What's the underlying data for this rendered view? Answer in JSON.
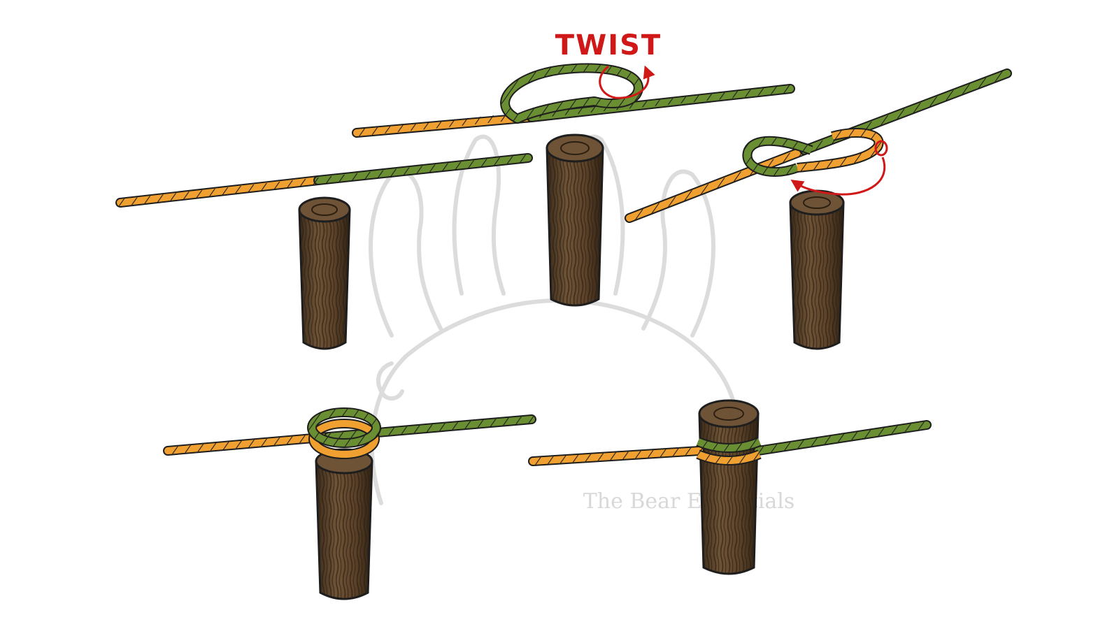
{
  "diagram": {
    "annotation_text": "TWIST",
    "watermark_text": "The Bear Essentials",
    "steps": 5
  },
  "colors": {
    "rope_orange": "#f0a030",
    "rope_green": "#6a8e32",
    "rope_outline": "#1e1e1e",
    "post_wood": "#5b4128",
    "post_shade": "#3a2a1a",
    "post_top": "#6e5336",
    "annotation": "#d01818",
    "watermark": "#d8d8d8"
  }
}
